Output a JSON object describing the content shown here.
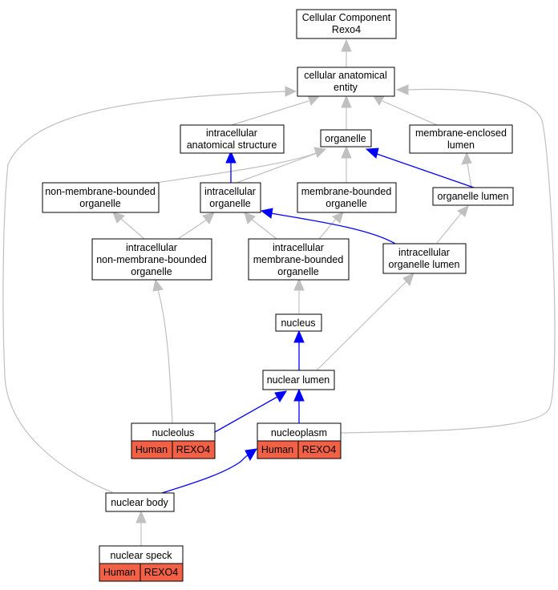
{
  "colors": {
    "is_a_edge": "#c0c0c0",
    "part_of_edge": "#0000ff",
    "annotation_fill": "#f26045"
  },
  "nodes": {
    "root": {
      "lines": [
        "Cellular Component",
        "Rexo4"
      ]
    },
    "cae": {
      "lines": [
        "cellular anatomical",
        "entity"
      ]
    },
    "ias": {
      "lines": [
        "intracellular",
        "anatomical structure"
      ]
    },
    "organelle": {
      "lines": [
        "organelle"
      ]
    },
    "mel": {
      "lines": [
        "membrane-enclosed",
        "lumen"
      ]
    },
    "nmbo": {
      "lines": [
        "non-membrane-bounded",
        "organelle"
      ]
    },
    "io": {
      "lines": [
        "intracellular",
        "organelle"
      ]
    },
    "mbo": {
      "lines": [
        "membrane-bounded",
        "organelle"
      ]
    },
    "ol": {
      "lines": [
        "organelle lumen"
      ]
    },
    "inmbo": {
      "lines": [
        "intracellular",
        "non-membrane-bounded",
        "organelle"
      ]
    },
    "imbo": {
      "lines": [
        "intracellular",
        "membrane-bounded",
        "organelle"
      ]
    },
    "iol": {
      "lines": [
        "intracellular",
        "organelle lumen"
      ]
    },
    "nucleus": {
      "lines": [
        "nucleus"
      ]
    },
    "nlumen": {
      "lines": [
        "nuclear lumen"
      ]
    },
    "nucleolus": {
      "lines": [
        "nucleolus"
      ],
      "annotation": [
        "Human",
        "REXO4"
      ]
    },
    "nucleoplasm": {
      "lines": [
        "nucleoplasm"
      ],
      "annotation": [
        "Human",
        "REXO4"
      ]
    },
    "nbody": {
      "lines": [
        "nuclear body"
      ]
    },
    "nspeck": {
      "lines": [
        "nuclear speck"
      ],
      "annotation": [
        "Human",
        "REXO4"
      ]
    }
  }
}
